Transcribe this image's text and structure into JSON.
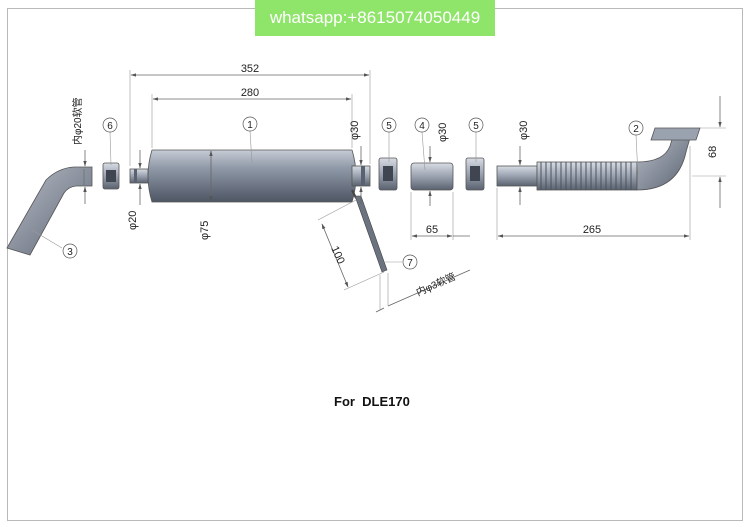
{
  "banner": {
    "text": "whatsapp:+8615074050449"
  },
  "caption": {
    "text": "For  DLE170"
  },
  "dimensions": {
    "overall_length": "352",
    "body_length": "280",
    "inlet_dia": "φ20",
    "body_dia": "φ75",
    "outlet_dia": "φ30",
    "coupler_dia": "φ30",
    "elbow_dia": "φ30",
    "coupler_length": "65",
    "elbow_length": "265",
    "elbow_rise": "68",
    "tube_length": "100",
    "hose_left": "内φ20软管",
    "hose_small": "内φ3软管"
  },
  "parts": {
    "p1": "1",
    "p2": "2",
    "p3": "3",
    "p4": "4",
    "p5a": "5",
    "p5b": "5",
    "p6": "6",
    "p7": "7"
  },
  "colors": {
    "banner": "#8fe46a",
    "metal": "#7b8595",
    "part": "#a8b0bd"
  }
}
